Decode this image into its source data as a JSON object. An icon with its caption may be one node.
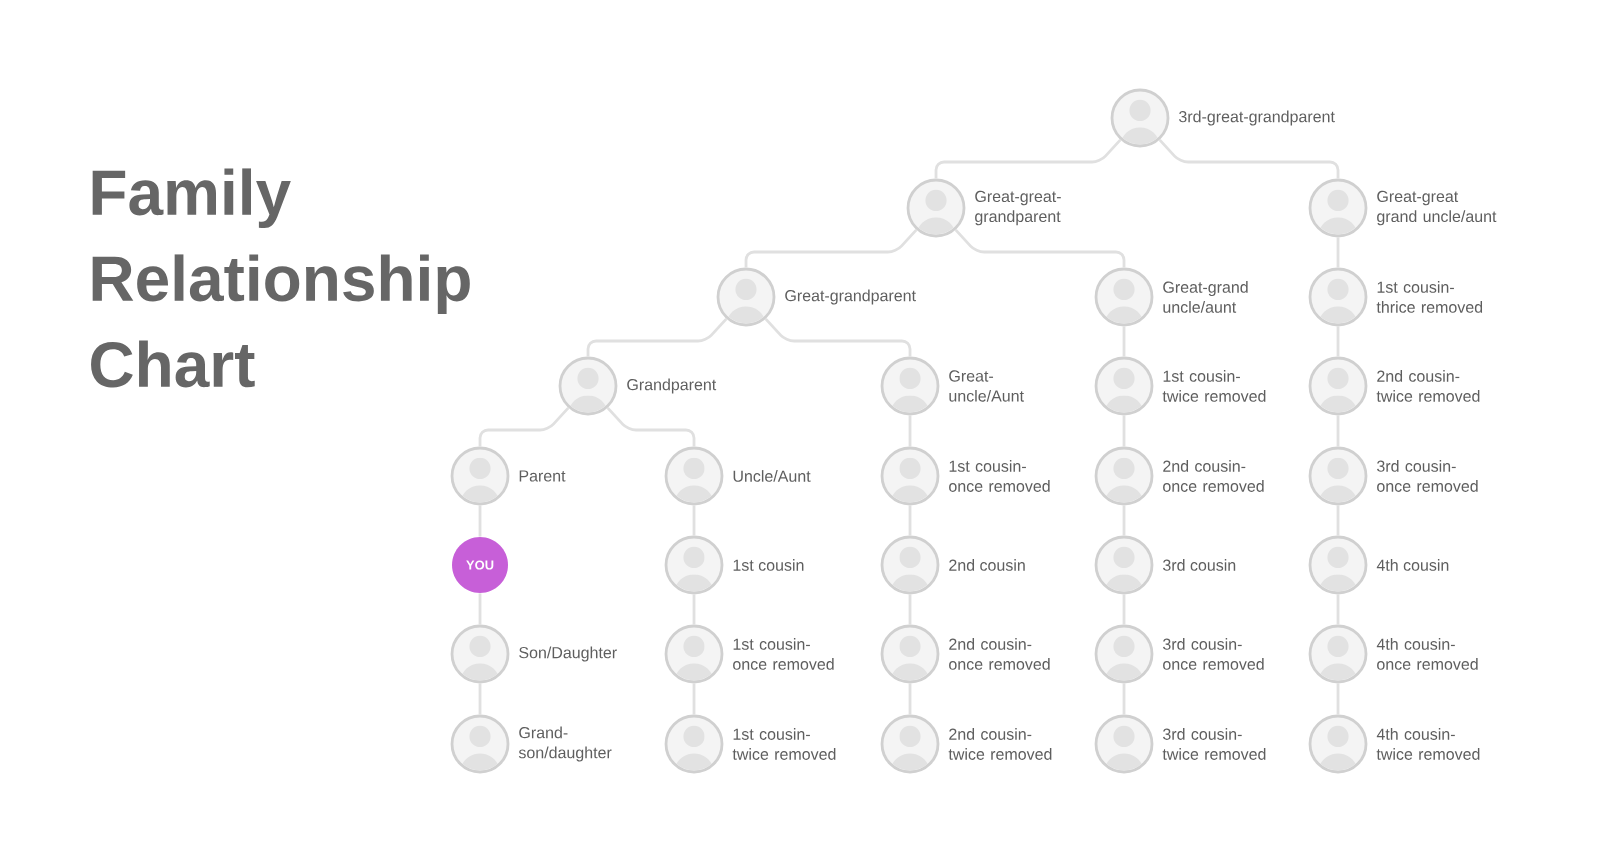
{
  "diagram": {
    "title": "Family Relationship Chart",
    "nodes": [
      {
        "text": [],
        "shape": "circle",
        "beside": [
          "3rd-great-grandparent"
        ]
      },
      {
        "text": [],
        "shape": "circle",
        "beside": [
          "Great-great- grandparent"
        ]
      },
      {
        "text": [],
        "shape": "circle",
        "beside": [
          "Great-great grand uncle/aunt"
        ]
      },
      {
        "text": [],
        "shape": "circle",
        "beside": [
          "Great-grandparent"
        ]
      },
      {
        "text": [],
        "shape": "circle",
        "beside": [
          "Great-grand uncle/aunt"
        ]
      },
      {
        "text": [],
        "shape": "circle",
        "beside": [
          "1st cousin- thrice removed"
        ]
      },
      {
        "text": [],
        "shape": "circle",
        "beside": [
          "Grandparent"
        ]
      },
      {
        "text": [],
        "shape": "circle",
        "beside": [
          "Great- uncle/Aunt"
        ]
      },
      {
        "text": [],
        "shape": "circle",
        "beside": [
          "1st cousin- twice removed"
        ]
      },
      {
        "text": [],
        "shape": "circle",
        "beside": [
          "2nd cousin- twice removed"
        ]
      },
      {
        "text": [],
        "shape": "circle",
        "beside": [
          "Parent"
        ]
      },
      {
        "text": [],
        "shape": "circle",
        "beside": [
          "Uncle/Aunt"
        ]
      },
      {
        "text": [],
        "shape": "circle",
        "beside": [
          "1st cousin- once removed"
        ]
      },
      {
        "text": [],
        "shape": "circle",
        "beside": [
          "2nd cousin- once removed"
        ]
      },
      {
        "text": [],
        "shape": "circle",
        "beside": [
          "3rd cousin- once removed"
        ]
      },
      {
        "text": [
          "YOU"
        ]
      },
      {
        "text": [],
        "shape": "circle",
        "beside": [
          "1st cousin"
        ]
      },
      {
        "text": [],
        "shape": "circle",
        "beside": [
          "2nd cousin"
        ]
      },
      {
        "text": [],
        "shape": "circle",
        "beside": [
          "3rd cousin"
        ]
      },
      {
        "text": [],
        "shape": "circle",
        "beside": [
          "4th cousin"
        ]
      },
      {
        "text": [],
        "shape": "circle",
        "beside": [
          "Son/Daughter"
        ]
      },
      {
        "text": [],
        "shape": "circle",
        "beside": [
          "1st cousin- once removed"
        ]
      },
      {
        "text": [],
        "shape": "circle",
        "beside": [
          "2nd cousin- once removed"
        ]
      },
      {
        "text": [],
        "shape": "circle",
        "beside": [
          "3rd cousin- once removed"
        ]
      },
      {
        "text": [],
        "shape": "circle",
        "beside": [
          "4th cousin- once removed"
        ]
      },
      {
        "text": [],
        "shape": "circle",
        "beside": [
          "Grand- son/daughter"
        ]
      },
      {
        "text": [],
        "shape": "circle",
        "beside": [
          "1st cousin- twice removed"
        ]
      },
      {
        "text": [],
        "shape": "circle",
        "beside": [
          "2nd cousin- twice removed"
        ]
      },
      {
        "text": [],
        "shape": "circle",
        "beside": [
          "3rd cousin- twice removed"
        ]
      },
      {
        "text": [],
        "shape": "circle",
        "beside": [
          "4th cousin- twice removed"
        ]
      }
    ],
    "edges": [
      {
        "from": 0,
        "to": 1,
        "arrow": "none"
      },
      {
        "from": 0,
        "to": 2,
        "arrow": "none"
      },
      {
        "from": 1,
        "to": 3,
        "arrow": "none"
      },
      {
        "from": 1,
        "to": 4,
        "arrow": "none"
      },
      {
        "from": 2,
        "to": 5,
        "arrow": "none"
      },
      {
        "from": 3,
        "to": 6,
        "arrow": "none"
      },
      {
        "from": 3,
        "to": 7,
        "arrow": "none"
      },
      {
        "from": 4,
        "to": 8,
        "arrow": "none"
      },
      {
        "from": 5,
        "to": 9,
        "arrow": "none"
      },
      {
        "from": 6,
        "to": 10,
        "arrow": "none"
      },
      {
        "from": 6,
        "to": 11,
        "arrow": "none"
      },
      {
        "from": 7,
        "to": 12,
        "arrow": "none"
      },
      {
        "from": 8,
        "to": 13,
        "arrow": "none"
      },
      {
        "from": 9,
        "to": 14,
        "arrow": "none"
      },
      {
        "from": 10,
        "to": 15,
        "arrow": "none"
      },
      {
        "from": 11,
        "to": 16,
        "arrow": "none"
      },
      {
        "from": 12,
        "to": 17,
        "arrow": "none"
      },
      {
        "from": 13,
        "to": 18,
        "arrow": "none"
      },
      {
        "from": 14,
        "to": 19,
        "arrow": "none"
      },
      {
        "from": 15,
        "to": 20,
        "arrow": "none"
      },
      {
        "from": 16,
        "to": 21,
        "arrow": "none"
      },
      {
        "from": 17,
        "to": 22,
        "arrow": "none"
      },
      {
        "from": 18,
        "to": 23,
        "arrow": "none"
      },
      {
        "from": 19,
        "to": 24,
        "arrow": "none"
      },
      {
        "from": 20,
        "to": 25,
        "arrow": "none"
      },
      {
        "from": 21,
        "to": 26,
        "arrow": "none"
      },
      {
        "from": 22,
        "to": 27,
        "arrow": "none"
      },
      {
        "from": 23,
        "to": 28,
        "arrow": "none"
      },
      {
        "from": 24,
        "to": 29,
        "arrow": "none"
      }
    ]
  }
}
